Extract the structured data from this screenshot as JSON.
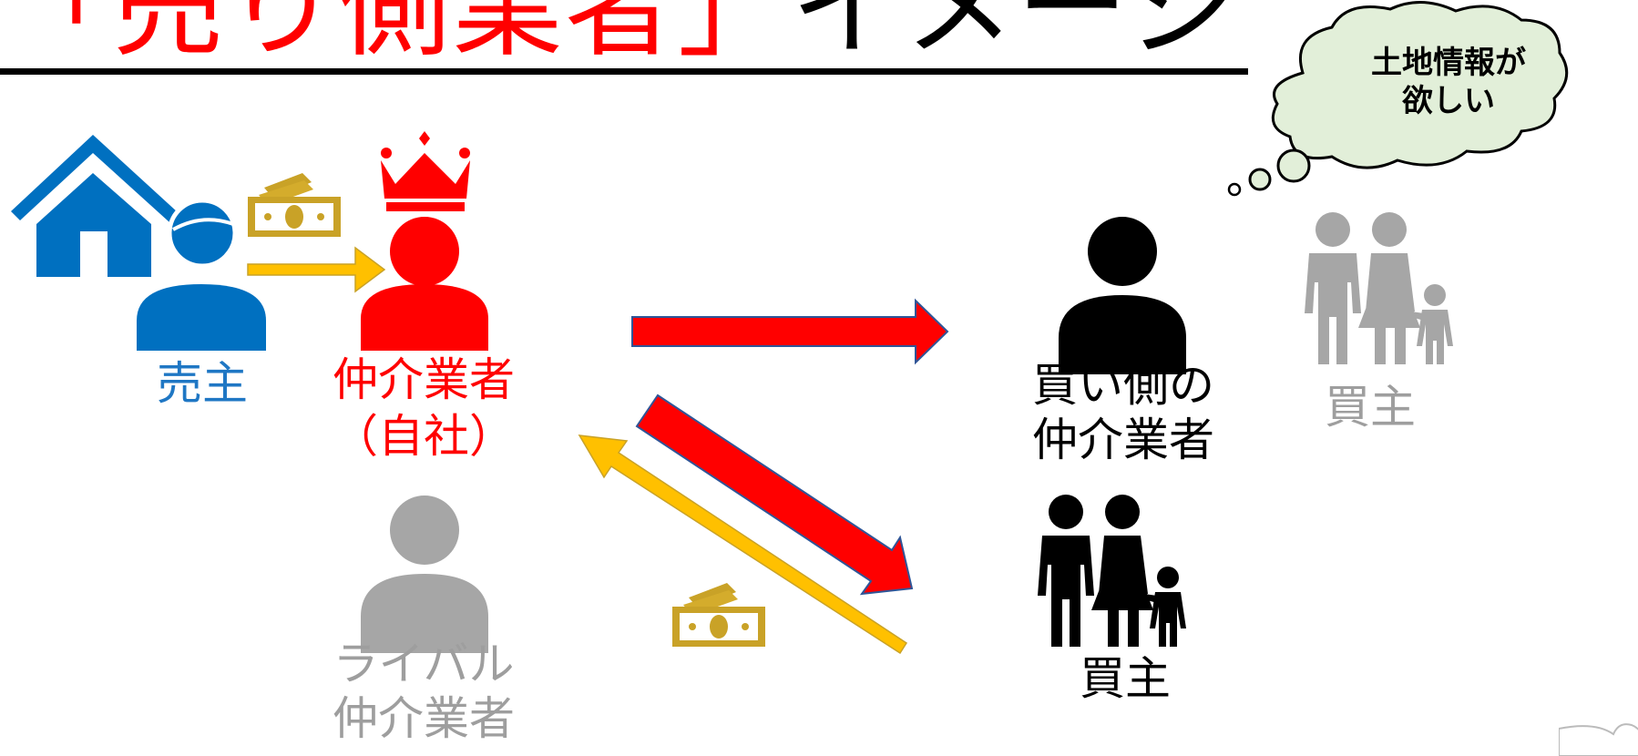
{
  "title": {
    "highlight": "「売り側業者」",
    "rest": "イメージ"
  },
  "labels": {
    "seller": "売主",
    "agent_line1": "仲介業者",
    "agent_line2": "（自社）",
    "rival_line1": "ライバル",
    "rival_line2": "仲介業者",
    "buyer_agent_line1": "買い側の",
    "buyer_agent_line2": "仲介業者",
    "buyer": "買主",
    "buyer_faded": "買主"
  },
  "thought_bubble": {
    "line1": "土地情報が",
    "line2": "欲しい"
  },
  "colors": {
    "title_red": "#ff0000",
    "seller_blue": "#0070c0",
    "agent_red": "#ff0000",
    "rival_gray": "#a6a6a6",
    "money_gold": "#c9a227",
    "arrow_gold": "#ffc000",
    "arrow_red": "#ff0000",
    "cloud_fill": "#e2efd9"
  },
  "icons": [
    "house-icon",
    "person-icon",
    "crown-icon",
    "money-icon",
    "family-icon",
    "thought-cloud-icon",
    "arrow-icon"
  ]
}
